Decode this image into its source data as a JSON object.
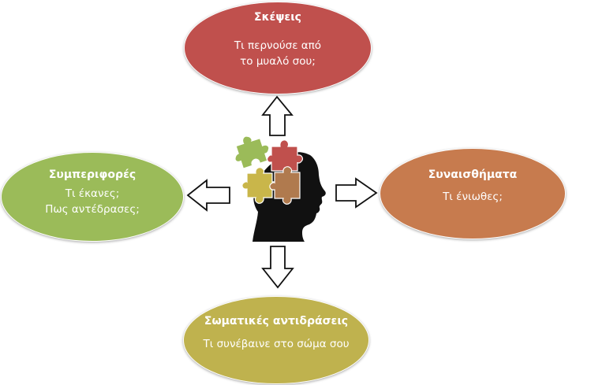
{
  "nodes": {
    "thoughts": {
      "title": "Σκέψεις",
      "lines": [
        "Τι περνούσε από",
        "το μυαλό σου;"
      ]
    },
    "emotions": {
      "title": "Συναισθήματα",
      "lines": [
        "Τι ένιωθες;"
      ]
    },
    "behaviors": {
      "title": "Συμπεριφορές",
      "lines": [
        "Τι έκανες;",
        "Πως αντέδρασες;"
      ]
    },
    "body_reactions": {
      "title": "Σωματικές αντιδράσεις",
      "lines": [
        "Τι συνέβαινε στο σώμα σου"
      ]
    }
  },
  "colors": {
    "thoughts": "#c0504d",
    "emotions": "#c77b4e",
    "behaviors": "#9bbb59",
    "body_reactions": "#bfb24e",
    "puzzle_green": "#9bbb59",
    "puzzle_red": "#c0504d",
    "puzzle_yellow": "#c9b64a",
    "puzzle_brown": "#b07a4e",
    "head": "#111111"
  },
  "center_icon": "head-with-puzzle-pieces-icon"
}
